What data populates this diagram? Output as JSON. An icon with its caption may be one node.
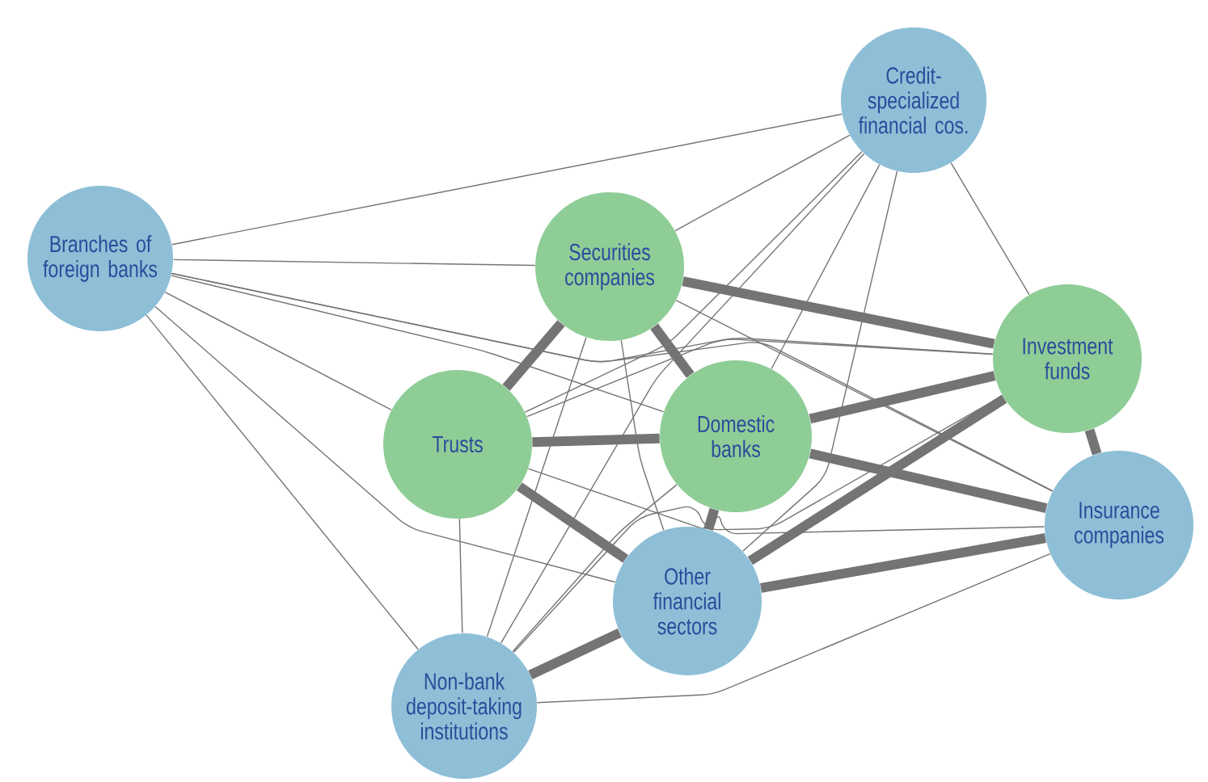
{
  "diagram": {
    "nodes": [
      {
        "text": [
          "Credit-specialized financial cos."
        ]
      },
      {
        "text": [
          "Branches of foreign banks"
        ]
      },
      {
        "text": [
          "Securities companies"
        ]
      },
      {
        "text": [
          "Investment funds"
        ]
      },
      {
        "text": [
          "Trusts"
        ]
      },
      {
        "text": [
          "Domestic banks"
        ]
      },
      {
        "text": [
          "Insurance companies"
        ]
      },
      {
        "text": [
          "Other financial sectors"
        ]
      },
      {
        "text": [
          "Non-bank deposit-taking institutions"
        ]
      }
    ],
    "edges": [
      {
        "from": 0,
        "to": 1,
        "arrow": "none"
      },
      {
        "from": 0,
        "to": 2,
        "arrow": "none"
      },
      {
        "from": 0,
        "to": 3,
        "arrow": "none"
      },
      {
        "from": 0,
        "to": 4,
        "arrow": "none"
      },
      {
        "from": 0,
        "to": 5,
        "arrow": "none"
      },
      {
        "from": 0,
        "to": 7,
        "arrow": "none"
      },
      {
        "from": 0,
        "to": 8,
        "arrow": "none"
      },
      {
        "from": 1,
        "to": 2,
        "arrow": "none"
      },
      {
        "from": 1,
        "to": 3,
        "arrow": "none"
      },
      {
        "from": 1,
        "to": 4,
        "arrow": "none"
      },
      {
        "from": 1,
        "to": 5,
        "arrow": "none"
      },
      {
        "from": 1,
        "to": 6,
        "arrow": "none"
      },
      {
        "from": 1,
        "to": 7,
        "arrow": "none"
      },
      {
        "from": 1,
        "to": 8,
        "arrow": "none"
      },
      {
        "from": 2,
        "to": 3,
        "arrow": "none",
        "style": "thick"
      },
      {
        "from": 2,
        "to": 4,
        "arrow": "none",
        "style": "thick"
      },
      {
        "from": 2,
        "to": 5,
        "arrow": "none",
        "style": "thick"
      },
      {
        "from": 2,
        "to": 6,
        "arrow": "none"
      },
      {
        "from": 2,
        "to": 7,
        "arrow": "none"
      },
      {
        "from": 2,
        "to": 8,
        "arrow": "none"
      },
      {
        "from": 3,
        "to": 4,
        "arrow": "none"
      },
      {
        "from": 3,
        "to": 5,
        "arrow": "none",
        "style": "thick"
      },
      {
        "from": 3,
        "to": 6,
        "arrow": "none",
        "style": "thick"
      },
      {
        "from": 3,
        "to": 7,
        "arrow": "none",
        "style": "thick"
      },
      {
        "from": 3,
        "to": 8,
        "arrow": "none"
      },
      {
        "from": 4,
        "to": 5,
        "arrow": "none",
        "style": "thick"
      },
      {
        "from": 4,
        "to": 6,
        "arrow": "none"
      },
      {
        "from": 4,
        "to": 7,
        "arrow": "none",
        "style": "thick"
      },
      {
        "from": 4,
        "to": 8,
        "arrow": "none"
      },
      {
        "from": 5,
        "to": 6,
        "arrow": "none",
        "style": "thick"
      },
      {
        "from": 5,
        "to": 7,
        "arrow": "none",
        "style": "thick"
      },
      {
        "from": 5,
        "to": 8,
        "arrow": "none"
      },
      {
        "from": 6,
        "to": 7,
        "arrow": "none",
        "style": "thick"
      },
      {
        "from": 6,
        "to": 8,
        "arrow": "none"
      },
      {
        "from": 7,
        "to": 8,
        "arrow": "none",
        "style": "thick"
      }
    ]
  }
}
